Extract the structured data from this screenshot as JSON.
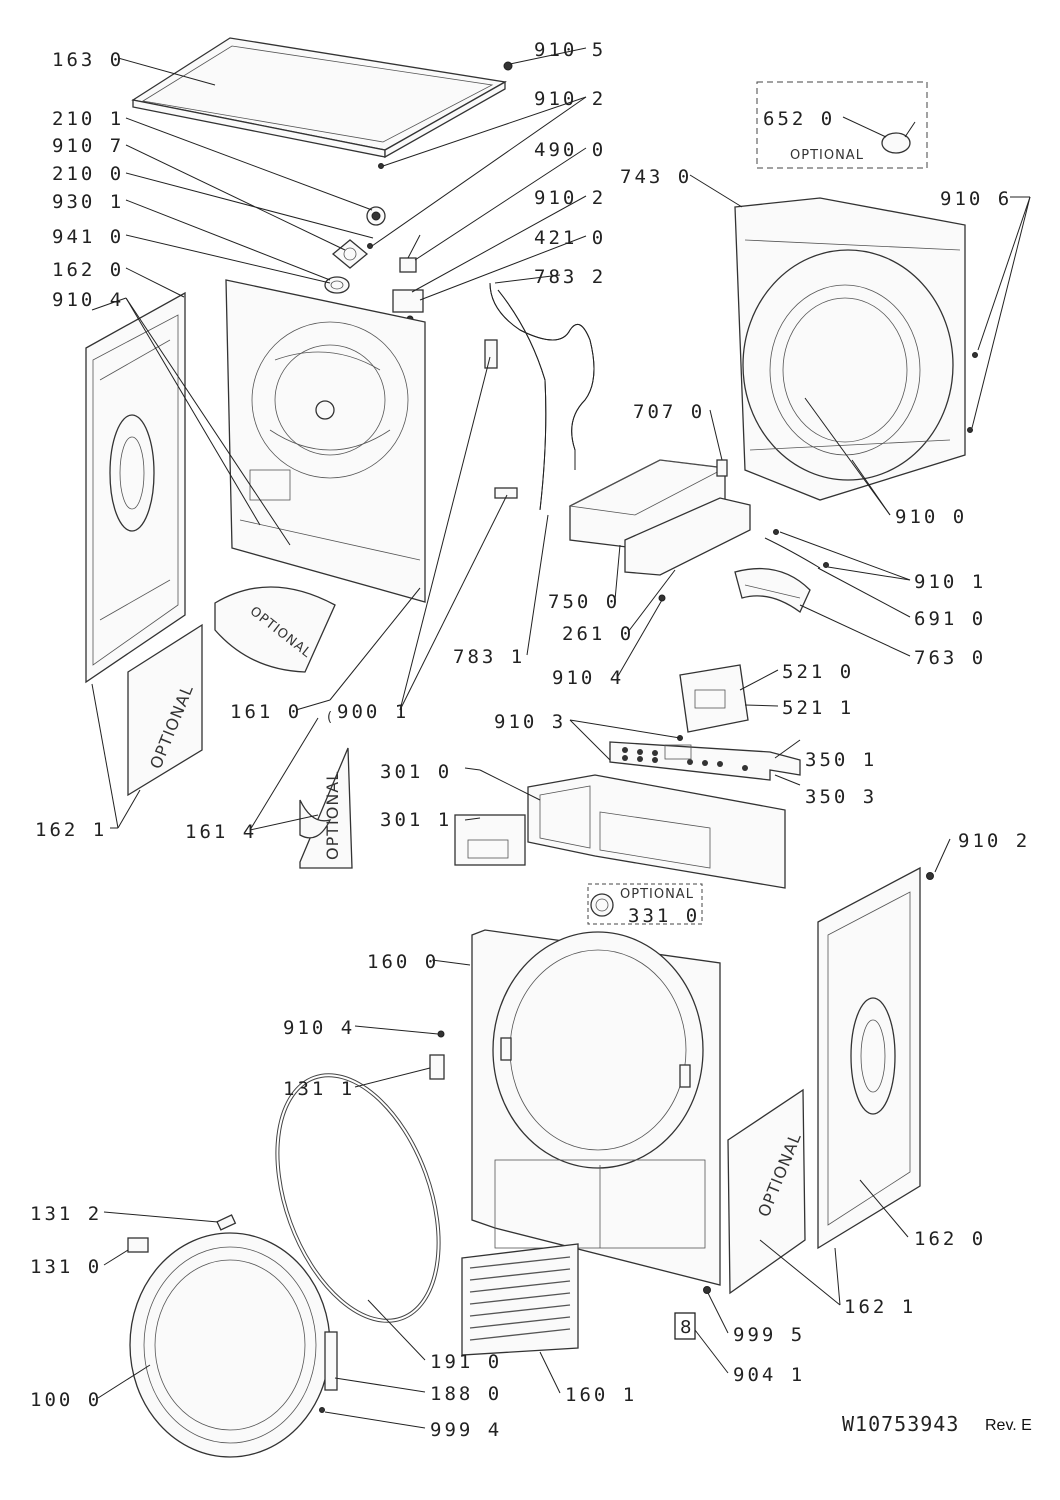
{
  "labels": {
    "p1630": "163 0",
    "p9105": "910 5",
    "p2101": "210 1",
    "p9102a": "910 2",
    "p9107": "910 7",
    "p4900": "490 0",
    "p2100": "210 0",
    "p9102b": "910 2",
    "p9301": "930 1",
    "p4210": "421 0",
    "p9410": "941 0",
    "p7832": "783 2",
    "p1620a": "162 0",
    "p9104a": "910 4",
    "p6520": "652 0",
    "p7430": "743 0",
    "p9106": "910 6",
    "p7070": "707 0",
    "p9100": "910 0",
    "p9101": "910 1",
    "p6910": "691 0",
    "p7630": "763 0",
    "p7500": "750 0",
    "p2610": "261 0",
    "p7831": "783 1",
    "p9104b": "910 4",
    "p5210": "521 0",
    "p5211": "521 1",
    "p1610": "161 0",
    "p9001": "900 1",
    "p9103": "910 3",
    "p3501": "350 1",
    "p3503": "350 3",
    "p3010": "301 0",
    "p3011": "301 1",
    "p1621a": "162 1",
    "p1614": "161 4",
    "p9102c": "910 2",
    "p3310": "331 0",
    "p1600": "160 0",
    "p9104c": "910 4",
    "p1311": "131 1",
    "p1312": "131 2",
    "p1310": "131 0",
    "p1620b": "162 0",
    "p1621b": "162 1",
    "p9995": "999 5",
    "p9041": "904 1",
    "p1910": "191 0",
    "p1880": "188 0",
    "p1601": "160 1",
    "p1000": "100 0",
    "p9994": "999 4"
  },
  "optional": {
    "box652": "OPTIONAL",
    "box331": "OPTIONAL",
    "disc": "OPTIONAL",
    "panelLeft": "OPTIONAL",
    "panel161": "OPTIONAL",
    "panelRight": "OPTIONAL"
  },
  "bracket_mark": "(",
  "badge_digit": "8",
  "document_number": "W10753943",
  "revision": "Rev. E"
}
